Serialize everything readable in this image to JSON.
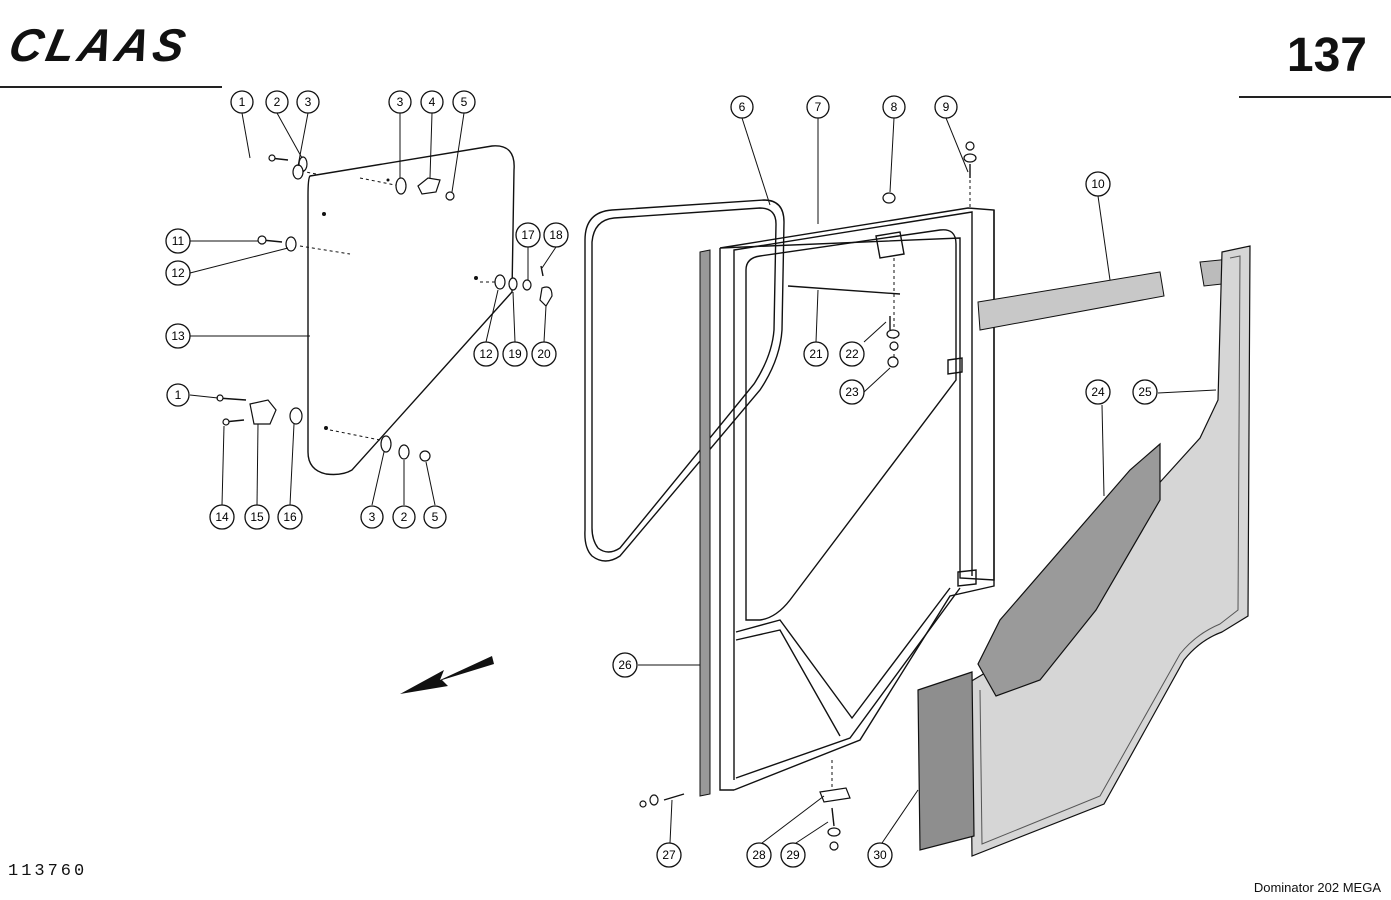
{
  "header": {
    "brand": "CLAAS",
    "page_number": "137"
  },
  "footer": {
    "drawing_number": "113760",
    "model": "Dominator 202 MEGA"
  },
  "callouts": [
    "1",
    "2",
    "3",
    "3",
    "4",
    "5",
    "6",
    "7",
    "8",
    "9",
    "10",
    "11",
    "12",
    "13",
    "1",
    "12",
    "19",
    "20",
    "17",
    "18",
    "21",
    "22",
    "23",
    "24",
    "25",
    "14",
    "15",
    "16",
    "3",
    "2",
    "5",
    "26",
    "27",
    "28",
    "29",
    "30"
  ],
  "colors": {
    "ink": "#111111",
    "background": "#ffffff"
  },
  "icons": {
    "direction_arrow": "arrow-down-left-icon"
  }
}
